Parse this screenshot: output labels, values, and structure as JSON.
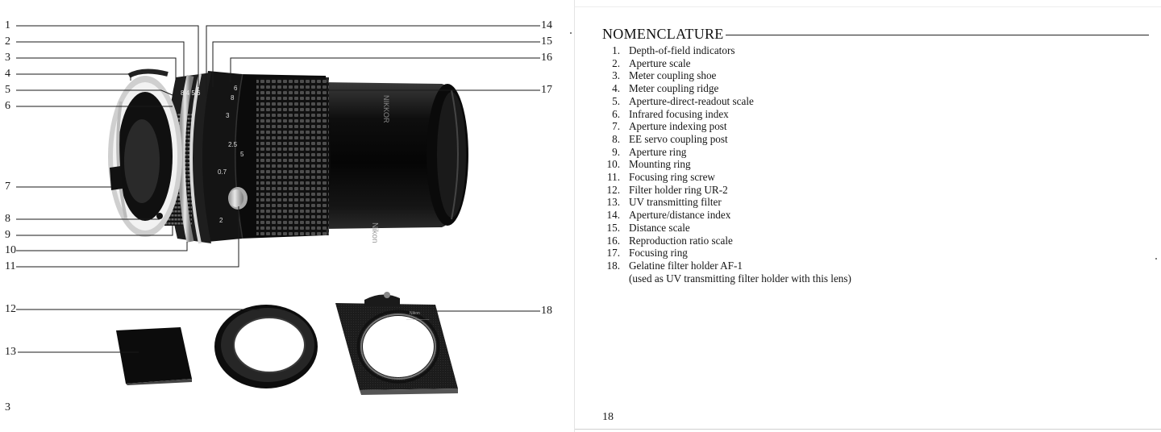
{
  "left_page": {
    "page_number": "3",
    "callouts_left": [
      "1",
      "2",
      "3",
      "4",
      "5",
      "6",
      "7",
      "8",
      "9",
      "10",
      "11",
      "12",
      "13"
    ],
    "callouts_right": [
      "14",
      "15",
      "16",
      "17",
      "18"
    ]
  },
  "right_page": {
    "heading": "NOMENCLATURE",
    "page_number": "18",
    "items": [
      {
        "num": "1.",
        "label": "Depth-of-field indicators"
      },
      {
        "num": "2.",
        "label": "Aperture scale"
      },
      {
        "num": "3.",
        "label": "Meter coupling shoe"
      },
      {
        "num": "4.",
        "label": "Meter coupling ridge"
      },
      {
        "num": "5.",
        "label": "Aperture-direct-readout scale"
      },
      {
        "num": "6.",
        "label": "Infrared focusing index"
      },
      {
        "num": "7.",
        "label": "Aperture indexing post"
      },
      {
        "num": "8.",
        "label": "EE servo coupling post"
      },
      {
        "num": "9.",
        "label": "Aperture ring"
      },
      {
        "num": "10.",
        "label": "Mounting ring"
      },
      {
        "num": "11.",
        "label": "Focusing ring screw"
      },
      {
        "num": "12.",
        "label": "Filter holder ring UR-2"
      },
      {
        "num": "13.",
        "label": "UV transmitting filter"
      },
      {
        "num": "14.",
        "label": "Aperture/distance index"
      },
      {
        "num": "15.",
        "label": "Distance scale"
      },
      {
        "num": "16.",
        "label": "Reproduction ratio scale"
      },
      {
        "num": "17.",
        "label": "Focusing ring"
      },
      {
        "num": "18.",
        "label": "Gelatine filter holder AF-1"
      }
    ],
    "item_18_note": "(used as UV transmitting filter holder with this lens)"
  }
}
